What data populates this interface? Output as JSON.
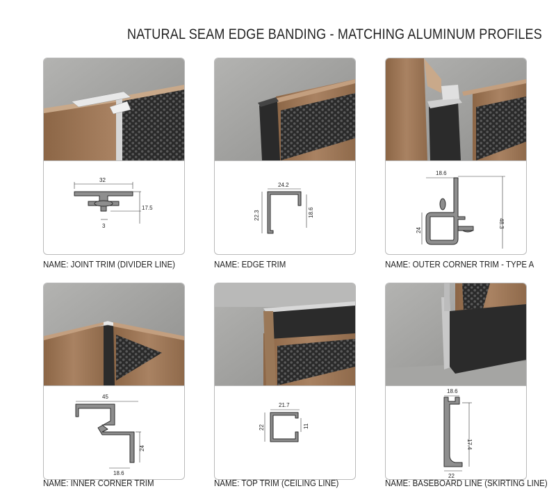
{
  "page": {
    "title": "NATURAL SEAM EDGE BANDING - MATCHING ALUMINUM PROFILES"
  },
  "colors": {
    "concrete": "#a7a7a5",
    "wood": "#a07a5a",
    "honeycomb": "#3a3a3a",
    "profile_fill": "#8e8e8e",
    "black_profile": "#2c2c2c"
  },
  "profiles": [
    {
      "name": "NAME: JOINT TRIM (DIVIDER LINE)",
      "dims": [
        "32",
        "17.5",
        "3"
      ]
    },
    {
      "name": "NAME: EDGE TRIM",
      "dims": [
        "24.2",
        "22.3",
        "18.6"
      ]
    },
    {
      "name": "NAME: OUTER CORNER TRIM - TYPE A",
      "dims": [
        "18.6",
        "48.3",
        "24"
      ]
    },
    {
      "name": "NAME: INNER CORNER TRIM",
      "dims": [
        "45",
        "24",
        "18.6"
      ]
    },
    {
      "name": "NAME: TOP TRIM (CEILING LINE)",
      "dims": [
        "21.7",
        "22",
        "11"
      ]
    },
    {
      "name": "NAME: BASEBOARD LINE (SKIRTING LINE)",
      "dims": [
        "18.6",
        "17.4",
        "22"
      ]
    }
  ]
}
